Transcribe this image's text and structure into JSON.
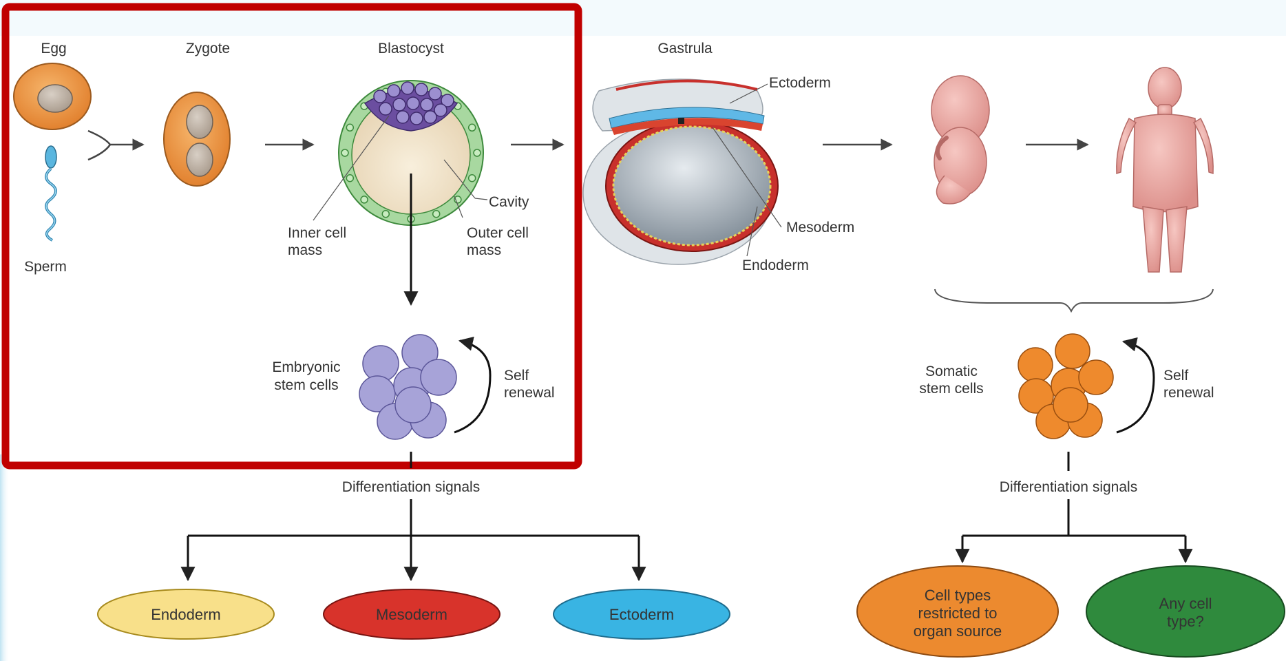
{
  "stages": {
    "egg": "Egg",
    "sperm": "Sperm",
    "zygote": "Zygote",
    "blastocyst": "Blastocyst",
    "gastrula": "Gastrula"
  },
  "blastocyst_labels": {
    "cavity": "Cavity",
    "inner_cell_mass": [
      "Inner cell",
      "mass"
    ],
    "outer_cell_mass": [
      "Outer cell",
      "mass"
    ]
  },
  "gastrula_labels": {
    "ectoderm": "Ectoderm",
    "mesoderm": "Mesoderm",
    "endoderm": "Endoderm"
  },
  "embryonic": {
    "label": [
      "Embryonic",
      "stem cells"
    ],
    "self_renewal": [
      "Self",
      "renewal"
    ],
    "differentiation": "Differentiation signals",
    "outcomes": [
      "Endoderm",
      "Mesoderm",
      "Ectoderm"
    ]
  },
  "somatic": {
    "label": [
      "Somatic",
      "stem cells"
    ],
    "self_renewal": [
      "Self",
      "renewal"
    ],
    "differentiation": "Differentiation signals",
    "outcomes": [
      [
        "Cell types",
        "restricted to",
        "organ source"
      ],
      [
        "Any cell",
        "type?"
      ]
    ]
  },
  "colors": {
    "highlight_box": "#c00000",
    "endoderm_fill": "#f8e08a",
    "mesoderm_fill": "#d8332b",
    "ectoderm_fill": "#39b4e3",
    "restricted_fill": "#ec8a2f",
    "any_cell_fill": "#2f8a3d",
    "embryonic_cells": "#a7a3d8",
    "somatic_cells": "#ee8a2d"
  }
}
